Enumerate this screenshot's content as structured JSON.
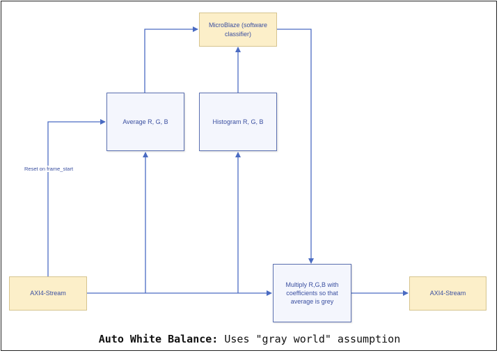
{
  "nodes": {
    "microblaze": "MicroBlaze (software classifier)",
    "average": "Average R, G, B",
    "histogram": "Histogram R, G, B",
    "axi_in": "AXI4-Stream",
    "multiply": "Multiply R,G,B with coefficients so that average is grey",
    "axi_out": "AXI4-Stream"
  },
  "edges": {
    "reset_label": "Reset on frame_start"
  },
  "caption": {
    "bold": "Auto White Balance:",
    "rest": " Uses \"gray world\" assumption"
  },
  "colors": {
    "line": "#4a6bc2",
    "io_fill": "#fcefc9",
    "block_fill": "#f4f6fd"
  }
}
